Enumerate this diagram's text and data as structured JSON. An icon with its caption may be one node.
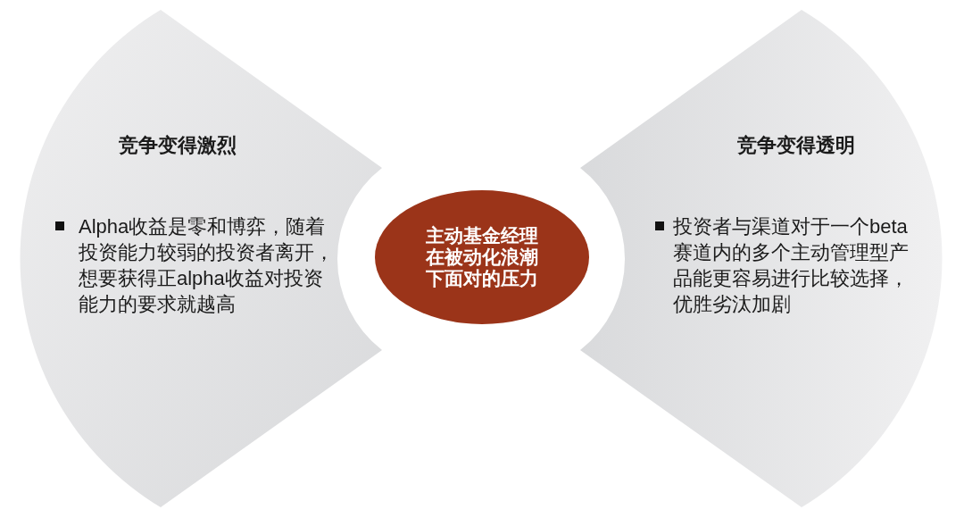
{
  "diagram": {
    "nodes": [
      {
        "text": [
          "竞争变得激烈",
          "Alpha收益是零和博弈，随着投资能力较弱的投资者离开，想要获得正alpha收益对投资能力的要求就越高"
        ]
      },
      {
        "text": [
          "主动基金经理在被动化浪潮下面对的压力"
        ]
      },
      {
        "text": [
          "竞争变得透明",
          "投资者与渠道对于一个beta赛道内的多个主动管理型产品能更容易进行比较选择，优胜劣汰加剧"
        ]
      }
    ]
  }
}
